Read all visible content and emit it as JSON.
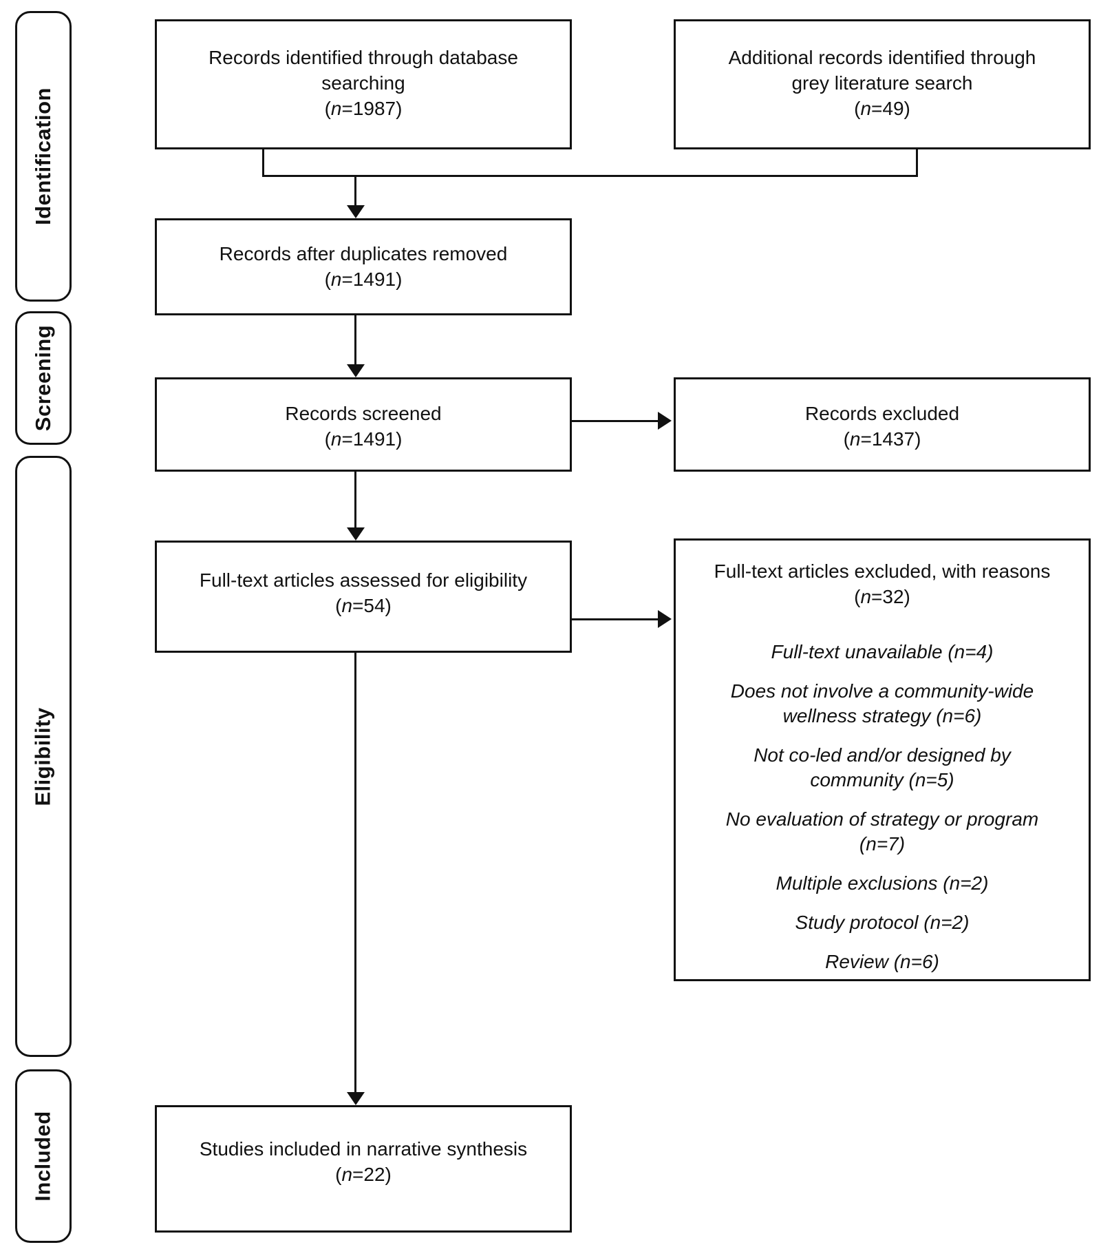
{
  "stages": [
    {
      "label": "Identification"
    },
    {
      "label": "Screening"
    },
    {
      "label": "Eligibility"
    },
    {
      "label": "Included"
    }
  ],
  "boxes": {
    "identified": {
      "label": "Records identified through database searching",
      "count": "(n=1987)"
    },
    "grey": {
      "label": "Additional records identified through grey literature search",
      "count": "(n=49)"
    },
    "dedup": {
      "label": "Records after duplicates removed",
      "count": "(n=1491)"
    },
    "screened": {
      "label": "Records screened",
      "count": "(n=1491)"
    },
    "excluded": {
      "label": "Records excluded",
      "count": "(n=1437)"
    },
    "fulltext": {
      "label": "Full-text articles assessed for eligibility",
      "count": "(n=54)"
    },
    "reasons": {
      "label": "Full-text articles excluded, with reasons",
      "count": "(n=32)",
      "items": [
        "Full-text unavailable (n=4)",
        "Does not involve a community-wide wellness strategy (n=6)",
        "Not co-led and/or designed by community (n=5)",
        "No evaluation of strategy or program (n=7)",
        "Multiple exclusions (n=2)",
        "Study protocol (n=2)",
        "Review (n=6)"
      ]
    },
    "included": {
      "label": "Studies included in narrative synthesis",
      "count": "(n=22)"
    }
  },
  "colors": {
    "line": "#111111",
    "text": "#111111",
    "background": "#ffffff"
  }
}
